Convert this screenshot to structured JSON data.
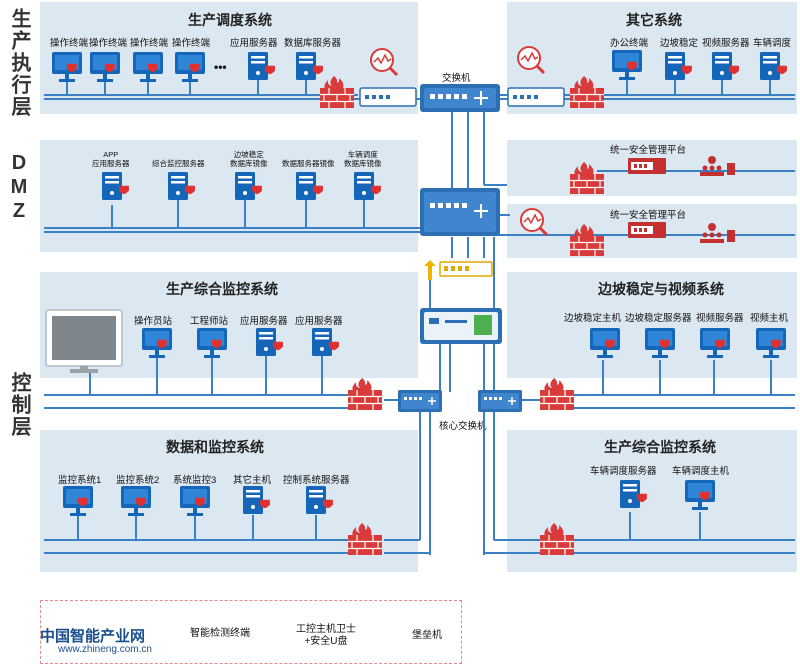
{
  "layers": {
    "exec": "生产执行层",
    "dmz": "DMZ",
    "control": "控制层"
  },
  "zones": {
    "dispatch": {
      "title": "生产调度系统",
      "devices": [
        "操作终端",
        "操作终端",
        "操作终端",
        "操作终端",
        "应用服务器",
        "数据库服务器"
      ],
      "ellipsis": "•••"
    },
    "other": {
      "title": "其它系统",
      "devices": [
        "办公终端",
        "边坡稳定",
        "视频服务器",
        "车辆调度"
      ]
    },
    "dmz_main": {
      "devices": [
        [
          "APP",
          "应用服务器"
        ],
        [
          "综合监控服务器"
        ],
        [
          "边坡稳定",
          "数据库镜像"
        ],
        [
          "数据服务器镜像"
        ],
        [
          "车辆调度",
          "数据库镜像"
        ]
      ]
    },
    "dmz_mgmt": [
      "统一安全管理平台",
      "统一安全管理平台"
    ],
    "monitor_top": {
      "title": "生产综合监控系统",
      "devices": [
        "操作员站",
        "工程师站",
        "应用服务器",
        "应用服务器"
      ]
    },
    "slope": {
      "title": "边坡稳定与视频系统",
      "devices": [
        "边坡稳定主机",
        "边坡稳定服务器",
        "视频服务器",
        "视频主机"
      ]
    },
    "data_monitor": {
      "title": "数据和监控系统",
      "devices": [
        "监控系统1",
        "监控系统2",
        "系统监控3",
        "其它主机",
        "控制系统服务器"
      ]
    },
    "monitor_bottom": {
      "title": "生产综合监控系统",
      "devices": [
        "车辆调度服务器",
        "车辆调度主机"
      ]
    }
  },
  "switches": {
    "main": "交换机",
    "core": "核心交换机"
  },
  "legend": {
    "detect": "智能检测终端",
    "guard": [
      "工控主机卫士",
      "+安全U盘"
    ],
    "bastion": "堡垒机"
  },
  "watermark": {
    "name": "中国智能产业网",
    "url": "www.zhineng.com.cn"
  },
  "colors": {
    "zone_bg": "#dce8f1",
    "device_blue": "#1565b8",
    "line_blue": "#3b7fc4",
    "firewall_red": "#d93a3a",
    "switch_blue": "#2d6fb5"
  }
}
